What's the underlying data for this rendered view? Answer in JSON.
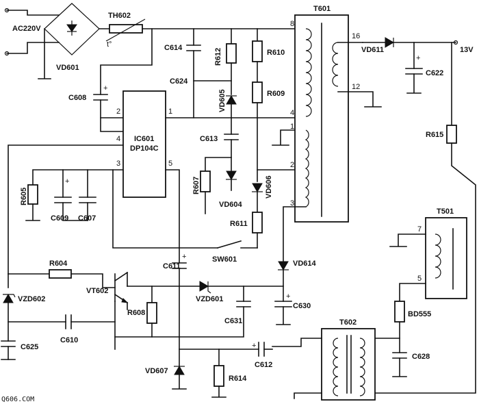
{
  "labels": {
    "ac": "AC220V",
    "vd601": "VD601",
    "th602": "TH602",
    "t_deg": "t°",
    "c608": "C608",
    "c614": "C614",
    "c624": "C624",
    "r612": "R612",
    "vd605": "VD605",
    "r610": "R610",
    "r609": "R609",
    "ic_name": "IC601",
    "ic_part": "DP104C",
    "c613": "C613",
    "r607": "R607",
    "vd604": "VD604",
    "vd606": "VD606",
    "r611": "R611",
    "r605": "R605",
    "c609": "C609",
    "c607": "C607",
    "sw601": "SW601",
    "t601": "T601",
    "vd611": "VD611",
    "out": "13V",
    "c622": "C622",
    "r615": "R615",
    "t501": "T501",
    "vd614": "VD614",
    "c630": "C630",
    "r604": "R604",
    "vt602": "VT602",
    "c611": "C611",
    "vzd601": "VZD601",
    "vzd602": "VZD602",
    "r608": "R608",
    "c631": "C631",
    "c610": "C610",
    "c625": "C625",
    "bd555": "BD555",
    "t602": "T602",
    "c612": "C612",
    "c628": "C628",
    "vd607": "VD607",
    "r614": "R614",
    "watermark": "Q606.COM"
  },
  "pins": {
    "ic_1": "1",
    "ic_2": "2",
    "ic_3": "3",
    "ic_4": "4",
    "ic_5": "5",
    "t601_8": "8",
    "t601_4": "4",
    "t601_1": "1",
    "t601_2": "2",
    "t601_3": "3",
    "t601_16": "16",
    "t601_12": "12",
    "t501_7": "7",
    "t501_5": "5"
  },
  "polarity": {
    "plus": "+"
  }
}
